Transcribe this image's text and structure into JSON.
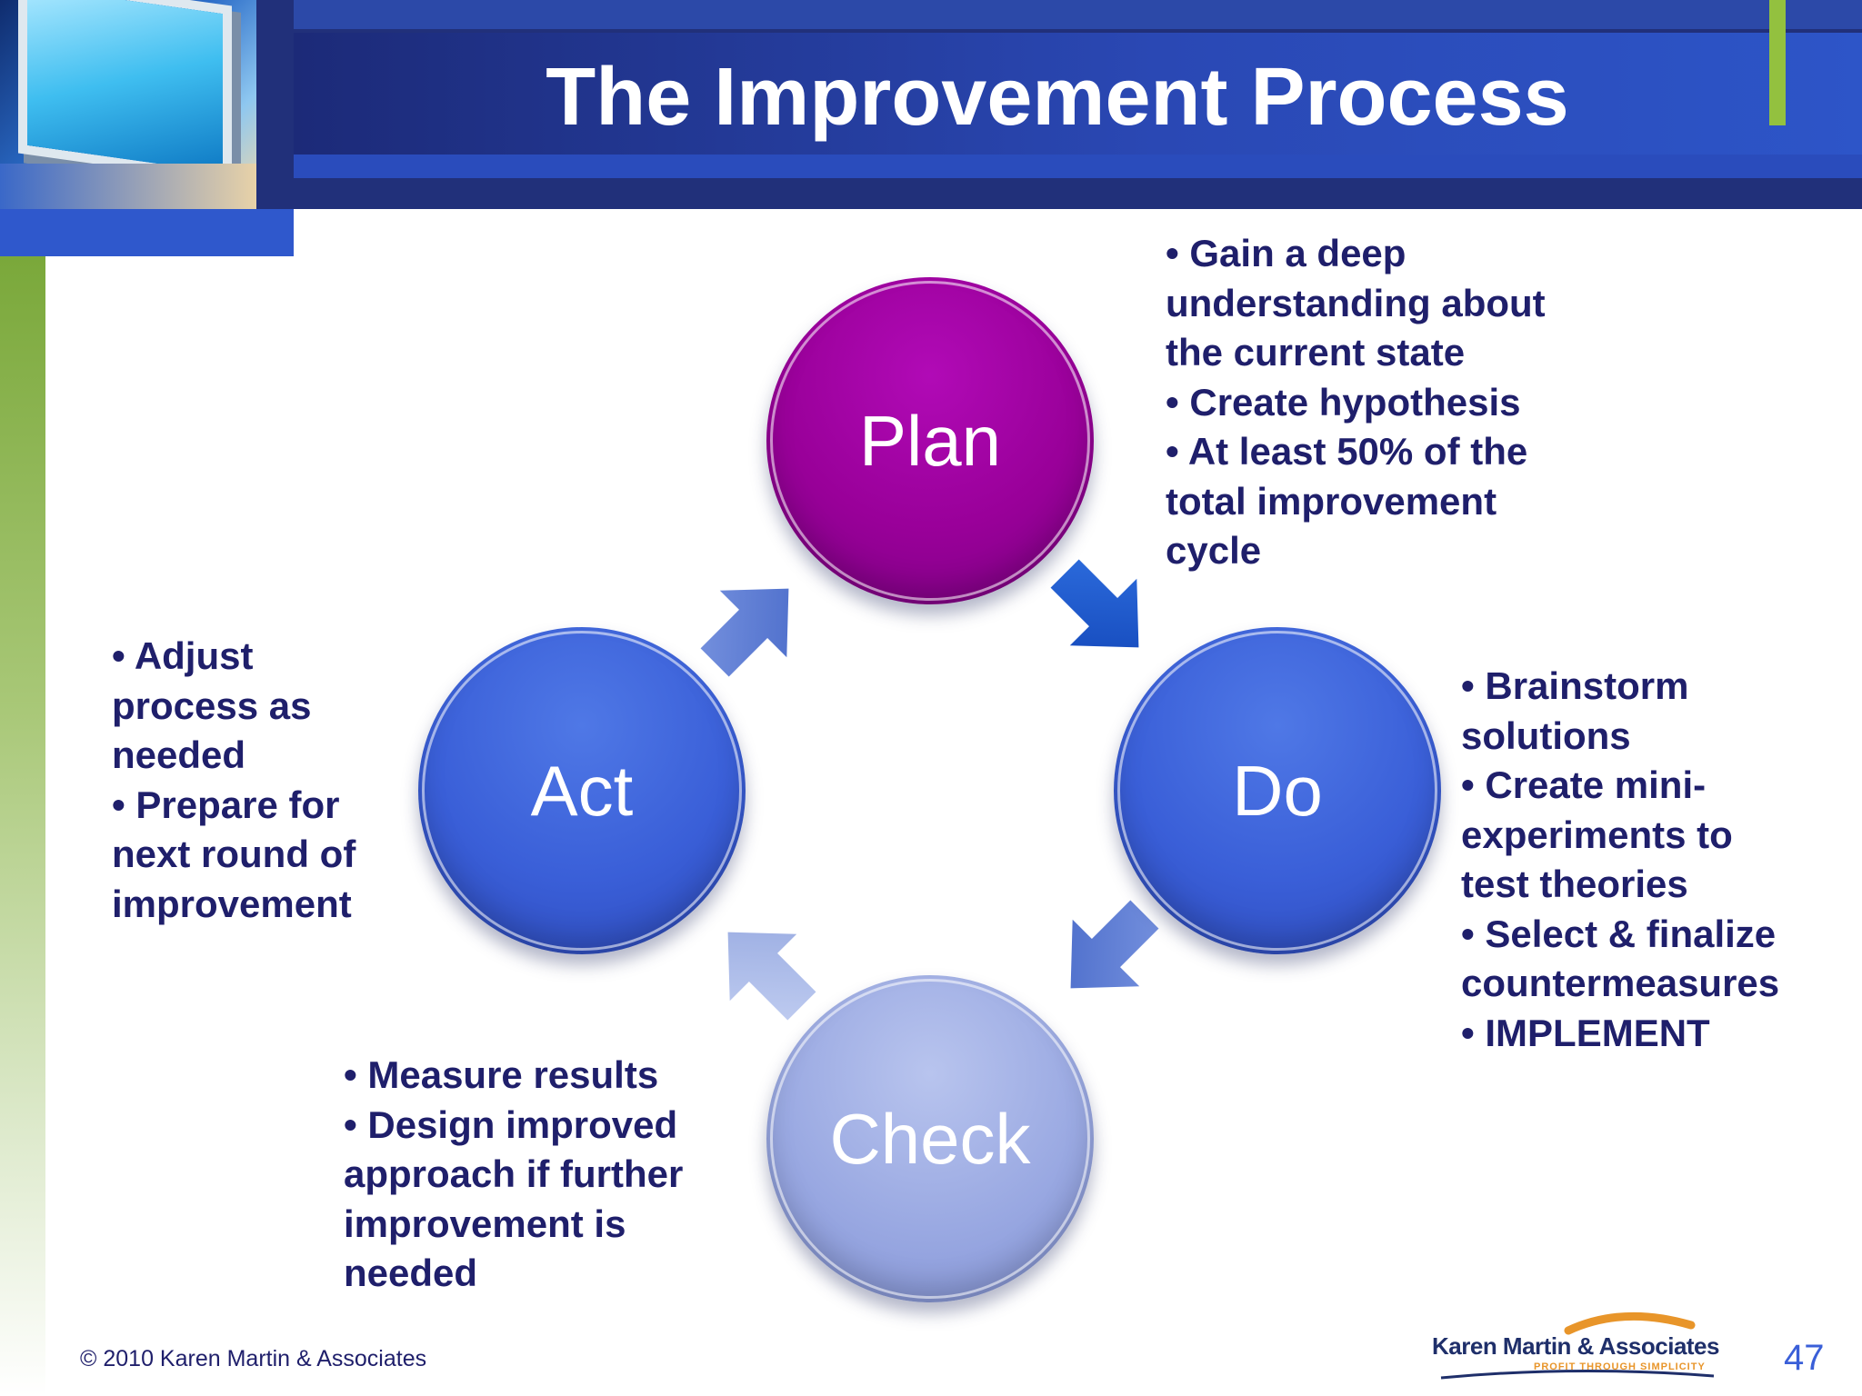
{
  "slide": {
    "title": "The Improvement Process",
    "page_number": "47",
    "copyright": "© 2010 Karen Martin & Associates"
  },
  "logo": {
    "name": "Karen Martin & Associates",
    "tagline": "PROFIT THROUGH SIMPLICITY"
  },
  "cycle": {
    "plan": {
      "label": "Plan",
      "color": "#990099",
      "notes": [
        "• Gain a deep",
        "understanding about",
        "the current state",
        "• Create hypothesis",
        "• At least 50% of the",
        "total improvement",
        "cycle"
      ]
    },
    "do": {
      "label": "Do",
      "color": "#3a5fd8",
      "notes": [
        "• Brainstorm",
        "solutions",
        "• Create mini-",
        "experiments to",
        "test theories",
        "• Select & finalize",
        "countermeasures",
        "• IMPLEMENT"
      ]
    },
    "check": {
      "label": "Check",
      "color": "#9aa9e2",
      "notes": [
        "• Measure results",
        "• Design improved",
        "approach if further",
        "improvement is",
        "needed"
      ]
    },
    "act": {
      "label": "Act",
      "color": "#3a5fd8",
      "notes": [
        "• Adjust",
        "process as",
        "needed",
        "• Prepare for",
        "next round of",
        "improvement"
      ]
    }
  },
  "colors": {
    "header": "#21307a",
    "accent_green": "#93c13f",
    "note_text": "#1f1f6b"
  }
}
